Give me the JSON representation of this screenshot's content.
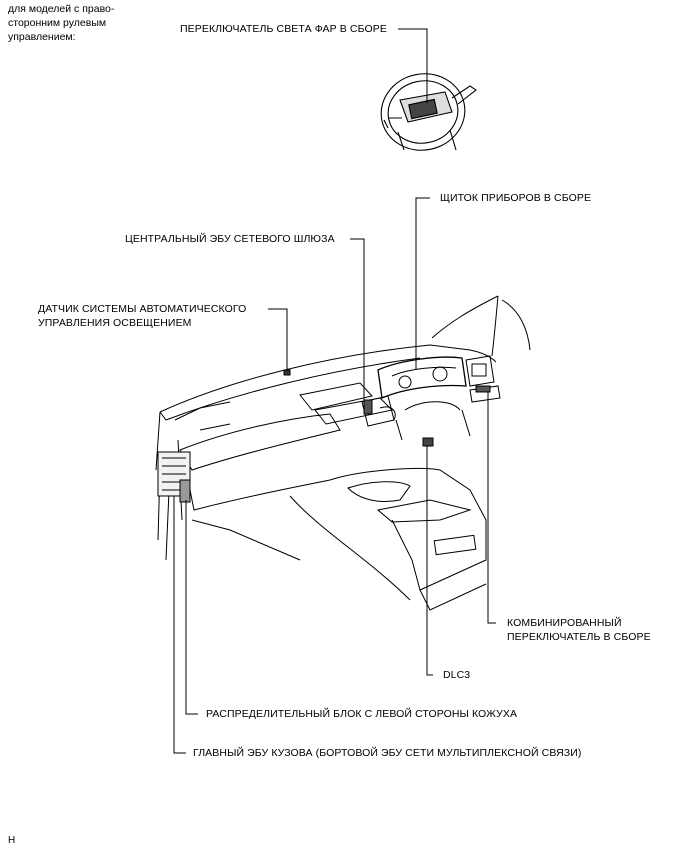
{
  "note": {
    "lines": [
      "для моделей с право-",
      "сторонним рулевым",
      "управлением:"
    ]
  },
  "labels": {
    "headlight_switch": "ПЕРЕКЛЮЧАТЕЛЬ СВЕТА ФАР В СБОРЕ",
    "instrument_panel": "ЩИТОК ПРИБОРОВ В СБОРЕ",
    "gateway_ecu": "ЦЕНТРАЛЬНЫЙ ЭБУ СЕТЕВОГО ШЛЮЗА",
    "light_sensor_line1": "ДАТЧИК СИСТЕМЫ АВТОМАТИЧЕСКОГО",
    "light_sensor_line2": "УПРАВЛЕНИЯ ОСВЕЩЕНИЕМ",
    "combo_switch_line1": "КОМБИНИРОВАННЫЙ",
    "combo_switch_line2": "ПЕРЕКЛЮЧАТЕЛЬ В СБОРЕ",
    "dlc3": "DLC3",
    "junction_block": "РАСПРЕДЕЛИТЕЛЬНЫЙ БЛОК С ЛЕВОЙ СТОРОНЫ КОЖУХА",
    "main_body_ecu": "ГЛАВНЫЙ ЭБУ КУЗОВА (БОРТОВОЙ ЭБУ СЕТИ МУЛЬТИПЛЕКСНОЙ СВЯЗИ)"
  },
  "corner_mark": "H"
}
